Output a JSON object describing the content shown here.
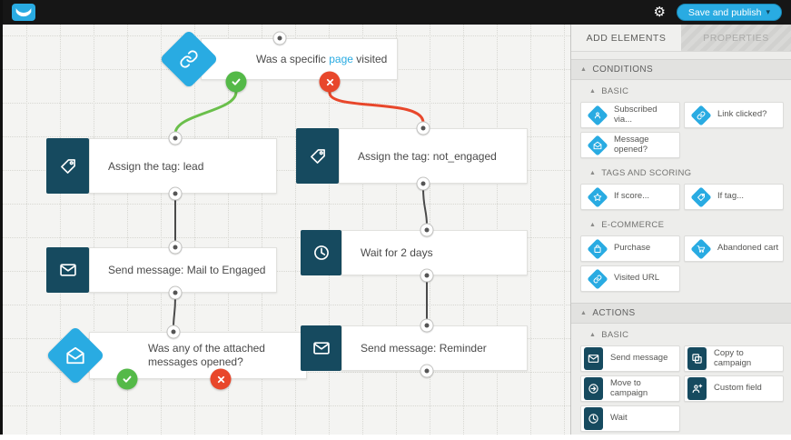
{
  "topbar": {
    "save_label": "Save and publish",
    "save_caret": "▾"
  },
  "sidebar": {
    "tabs": {
      "add_elements": "ADD ELEMENTS",
      "properties": "PROPERTIES"
    },
    "conditions": {
      "header": "CONDITIONS",
      "groups": [
        {
          "header": "BASIC",
          "items": [
            {
              "label": "Subscribed via...",
              "icon": "subscribed-via-icon"
            },
            {
              "label": "Link clicked?",
              "icon": "link-clicked-icon"
            },
            {
              "label": "Message opened?",
              "icon": "message-opened-icon"
            }
          ]
        },
        {
          "header": "TAGS AND SCORING",
          "items": [
            {
              "label": "If score...",
              "icon": "if-score-icon"
            },
            {
              "label": "If tag...",
              "icon": "if-tag-icon"
            }
          ]
        },
        {
          "header": "E-COMMERCE",
          "items": [
            {
              "label": "Purchase",
              "icon": "purchase-icon"
            },
            {
              "label": "Abandoned cart",
              "icon": "abandoned-cart-icon"
            },
            {
              "label": "Visited URL",
              "icon": "visited-url-icon"
            }
          ]
        }
      ]
    },
    "actions": {
      "header": "ACTIONS",
      "groups": [
        {
          "header": "BASIC",
          "items": [
            {
              "label": "Send message",
              "icon": "send-message-icon"
            },
            {
              "label": "Copy to campaign",
              "icon": "copy-to-campaign-icon"
            },
            {
              "label": "Move to campaign",
              "icon": "move-to-campaign-icon"
            },
            {
              "label": "Custom field",
              "icon": "custom-field-icon"
            },
            {
              "label": "Wait",
              "icon": "wait-icon"
            }
          ]
        }
      ]
    }
  },
  "canvas": {
    "nodes": {
      "page_visited": {
        "text_before": "Was a specific ",
        "link_text": "page",
        "text_after": " visited",
        "icon": "link-icon"
      },
      "tag_lead": {
        "label": "Assign the tag: lead",
        "icon": "tag-icon"
      },
      "tag_not_engaged": {
        "label": "Assign the tag: not_engaged",
        "icon": "tag-icon"
      },
      "send_engaged": {
        "label": "Send message: Mail to Engaged",
        "icon": "envelope-icon"
      },
      "wait_2_days": {
        "label": "Wait for 2 days",
        "icon": "clock-icon"
      },
      "messages_opened": {
        "label": "Was any of the attached messages opened?",
        "icon": "open-envelope-icon"
      },
      "send_reminder": {
        "label": "Send message: Reminder",
        "icon": "envelope-icon"
      }
    }
  },
  "colors": {
    "accent_blue": "#29abe2",
    "dark_teal": "#164a5f",
    "yes_green": "#54b948",
    "no_red": "#e8472b",
    "topbar": "#161616"
  }
}
